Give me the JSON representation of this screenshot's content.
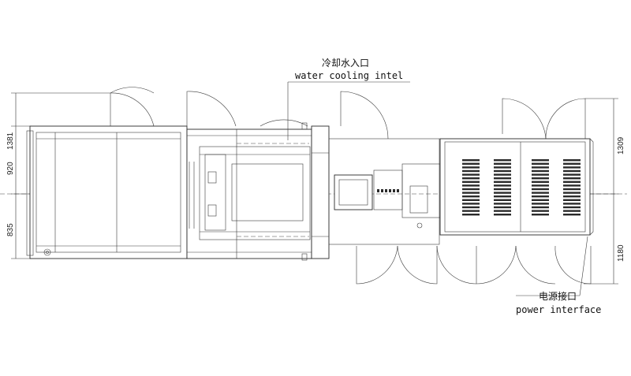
{
  "labels": {
    "water_cn": "冷却水入口",
    "water_en": "water cooling intel",
    "power_cn": "电源接口",
    "power_en": "power interface"
  },
  "dimensions": {
    "d1381": "1381",
    "d920": "920",
    "d835": "835",
    "d1309": "1309",
    "d1180": "1180"
  },
  "colors": {
    "line": "#2a2a2a",
    "background": "#ffffff"
  }
}
